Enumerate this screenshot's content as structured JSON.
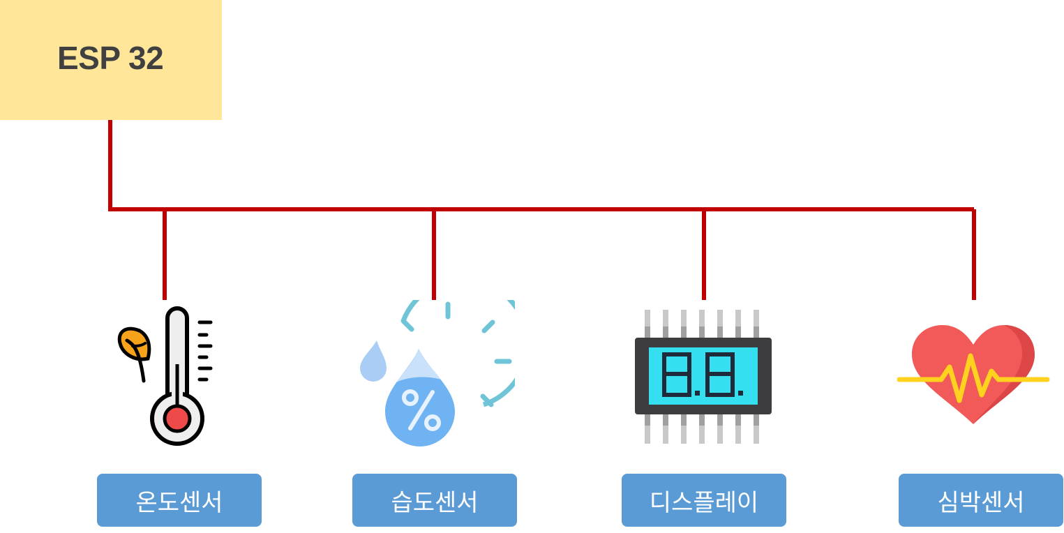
{
  "controller": {
    "label": "ESP 32"
  },
  "colors": {
    "controller_fill": "#ffe699",
    "wire": "#c00000",
    "label_fill": "#5b9bd5",
    "label_text": "#ffffff"
  },
  "components": [
    {
      "label": "온도센서",
      "icon": "thermometer-icon"
    },
    {
      "label": "습도센서",
      "icon": "humidity-gauge-icon"
    },
    {
      "label": "디스플레이",
      "icon": "seven-segment-display-icon"
    },
    {
      "label": "심박센서",
      "icon": "heart-rate-icon"
    }
  ]
}
